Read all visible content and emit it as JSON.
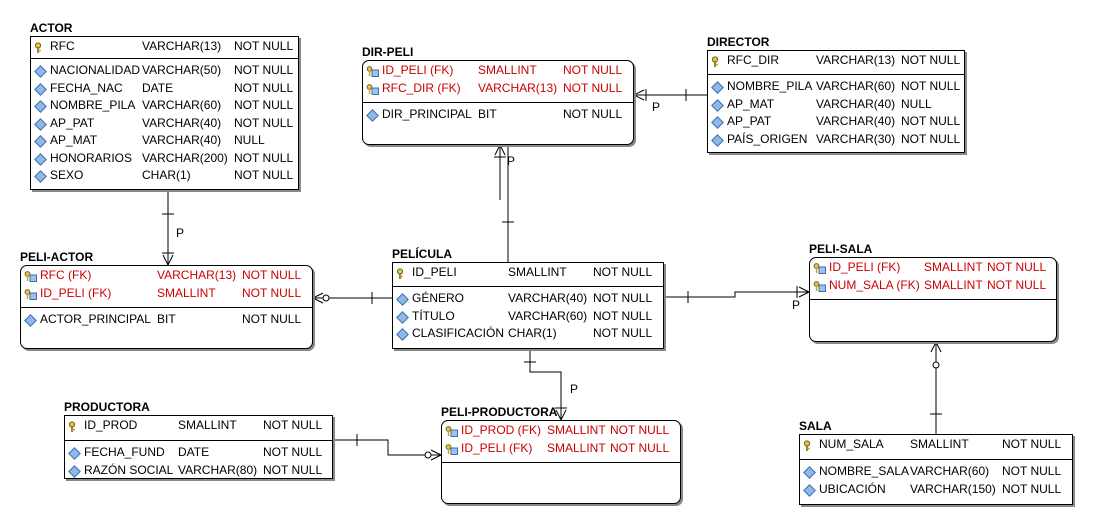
{
  "entities": [
    {
      "id": "actor",
      "name": "ACTOR",
      "style": "square",
      "pk": [
        {
          "name": "RFC",
          "type": "VARCHAR(13)",
          "null": "NOT NULL",
          "icon": "key-icon"
        }
      ],
      "attrs": [
        {
          "name": "NACIONALIDAD",
          "type": "VARCHAR(50)",
          "null": "NOT NULL",
          "icon": "diamond-icon"
        },
        {
          "name": "FECHA_NAC",
          "type": "DATE",
          "null": "NOT NULL",
          "icon": "diamond-icon"
        },
        {
          "name": "NOMBRE_PILA",
          "type": "VARCHAR(60)",
          "null": "NOT NULL",
          "icon": "diamond-icon"
        },
        {
          "name": "AP_PAT",
          "type": "VARCHAR(40)",
          "null": "NOT NULL",
          "icon": "diamond-icon"
        },
        {
          "name": "AP_MAT",
          "type": "VARCHAR(40)",
          "null": "NULL",
          "icon": "diamond-icon"
        },
        {
          "name": "HONORARIOS",
          "type": "VARCHAR(200)",
          "null": "NOT NULL",
          "icon": "diamond-icon"
        },
        {
          "name": "SEXO",
          "type": "CHAR(1)",
          "null": "NOT NULL",
          "icon": "diamond-icon"
        }
      ]
    },
    {
      "id": "dir-peli",
      "name": "DIR-PELI",
      "style": "rounded",
      "pk": [
        {
          "name": "ID_PELI (FK)",
          "type": "SMALLINT",
          "null": "NOT NULL",
          "fk": true,
          "icon": "foreign-key-icon"
        },
        {
          "name": "RFC_DIR (FK)",
          "type": "VARCHAR(13)",
          "null": "NOT NULL",
          "fk": true,
          "icon": "foreign-key-icon"
        }
      ],
      "attrs": [
        {
          "name": "DIR_PRINCIPAL",
          "type": "BIT",
          "null": "NOT NULL",
          "icon": "diamond-icon"
        }
      ]
    },
    {
      "id": "director",
      "name": "DIRECTOR",
      "style": "square",
      "pk": [
        {
          "name": "RFC_DIR",
          "type": "VARCHAR(13)",
          "null": "NOT NULL",
          "icon": "key-icon"
        }
      ],
      "attrs": [
        {
          "name": "NOMBRE_PILA",
          "type": "VARCHAR(60)",
          "null": "NOT NULL",
          "icon": "diamond-icon"
        },
        {
          "name": "AP_MAT",
          "type": "VARCHAR(40)",
          "null": "NULL",
          "icon": "diamond-icon"
        },
        {
          "name": "AP_PAT",
          "type": "VARCHAR(40)",
          "null": "NOT NULL",
          "icon": "diamond-icon"
        },
        {
          "name": "PAÍS_ORIGEN",
          "type": "VARCHAR(30)",
          "null": "NOT NULL",
          "icon": "diamond-icon"
        }
      ]
    },
    {
      "id": "peli-actor",
      "name": "PELI-ACTOR",
      "style": "rounded",
      "pk": [
        {
          "name": "RFC (FK)",
          "type": "VARCHAR(13)",
          "null": "NOT NULL",
          "fk": true,
          "icon": "foreign-key-icon"
        },
        {
          "name": "ID_PELI (FK)",
          "type": "SMALLINT",
          "null": "NOT NULL",
          "fk": true,
          "icon": "foreign-key-icon"
        }
      ],
      "attrs": [
        {
          "name": "ACTOR_PRINCIPAL",
          "type": "BIT",
          "null": "NOT NULL",
          "icon": "diamond-icon"
        }
      ]
    },
    {
      "id": "pelicula",
      "name": "PELÍCULA",
      "style": "square",
      "pk": [
        {
          "name": "ID_PELI",
          "type": "SMALLINT",
          "null": "NOT NULL",
          "icon": "key-icon"
        }
      ],
      "attrs": [
        {
          "name": "GÉNERO",
          "type": "VARCHAR(40)",
          "null": "NOT NULL",
          "icon": "diamond-icon"
        },
        {
          "name": "TÍTULO",
          "type": "VARCHAR(60)",
          "null": "NOT NULL",
          "icon": "diamond-icon"
        },
        {
          "name": "CLASIFICACIÓN",
          "type": "CHAR(1)",
          "null": "NOT NULL",
          "icon": "diamond-icon"
        }
      ]
    },
    {
      "id": "peli-sala",
      "name": "PELI-SALA",
      "style": "rounded",
      "pk": [
        {
          "name": "ID_PELI (FK)",
          "type": "SMALLINT",
          "null": "NOT NULL",
          "fk": true,
          "icon": "foreign-key-icon"
        },
        {
          "name": "NUM_SALA (FK)",
          "type": "SMALLINT",
          "null": "NOT NULL",
          "fk": true,
          "icon": "foreign-key-icon"
        }
      ],
      "attrs": []
    },
    {
      "id": "productora",
      "name": "PRODUCTORA",
      "style": "square",
      "pk": [
        {
          "name": "ID_PROD",
          "type": "SMALLINT",
          "null": "NOT NULL",
          "icon": "key-icon"
        }
      ],
      "attrs": [
        {
          "name": "FECHA_FUND",
          "type": "DATE",
          "null": "NOT NULL",
          "icon": "diamond-icon"
        },
        {
          "name": "RAZÓN SOCIAL",
          "type": "VARCHAR(80)",
          "null": "NOT NULL",
          "icon": "diamond-icon"
        }
      ]
    },
    {
      "id": "peli-productora",
      "name": "PELI-PRODUCTORA",
      "style": "rounded",
      "pk": [
        {
          "name": "ID_PROD (FK)",
          "type": "SMALLINT",
          "null": "NOT NULL",
          "fk": true,
          "icon": "foreign-key-icon"
        },
        {
          "name": "ID_PELI (FK)",
          "type": "SMALLINT",
          "null": "NOT NULL",
          "fk": true,
          "icon": "foreign-key-icon"
        }
      ],
      "attrs": []
    },
    {
      "id": "sala",
      "name": "SALA",
      "style": "square",
      "pk": [
        {
          "name": "NUM_SALA",
          "type": "SMALLINT",
          "null": "NOT NULL",
          "icon": "key-icon"
        }
      ],
      "attrs": [
        {
          "name": "NOMBRE_SALA",
          "type": "VARCHAR(60)",
          "null": "NOT NULL",
          "icon": "diamond-icon"
        },
        {
          "name": "UBICACIÓN",
          "type": "VARCHAR(150)",
          "null": "NOT NULL",
          "icon": "diamond-icon"
        }
      ]
    }
  ],
  "relationships": [
    {
      "from": "actor",
      "to": "peli-actor",
      "label": "P"
    },
    {
      "from": "pelicula",
      "to": "peli-actor",
      "label": ""
    },
    {
      "from": "pelicula",
      "to": "dir-peli",
      "label": "P"
    },
    {
      "from": "director",
      "to": "dir-peli",
      "label": "P"
    },
    {
      "from": "pelicula",
      "to": "peli-sala",
      "label": "P"
    },
    {
      "from": "sala",
      "to": "peli-sala",
      "label": ""
    },
    {
      "from": "pelicula",
      "to": "peli-productora",
      "label": "P"
    },
    {
      "from": "productora",
      "to": "peli-productora",
      "label": ""
    }
  ]
}
